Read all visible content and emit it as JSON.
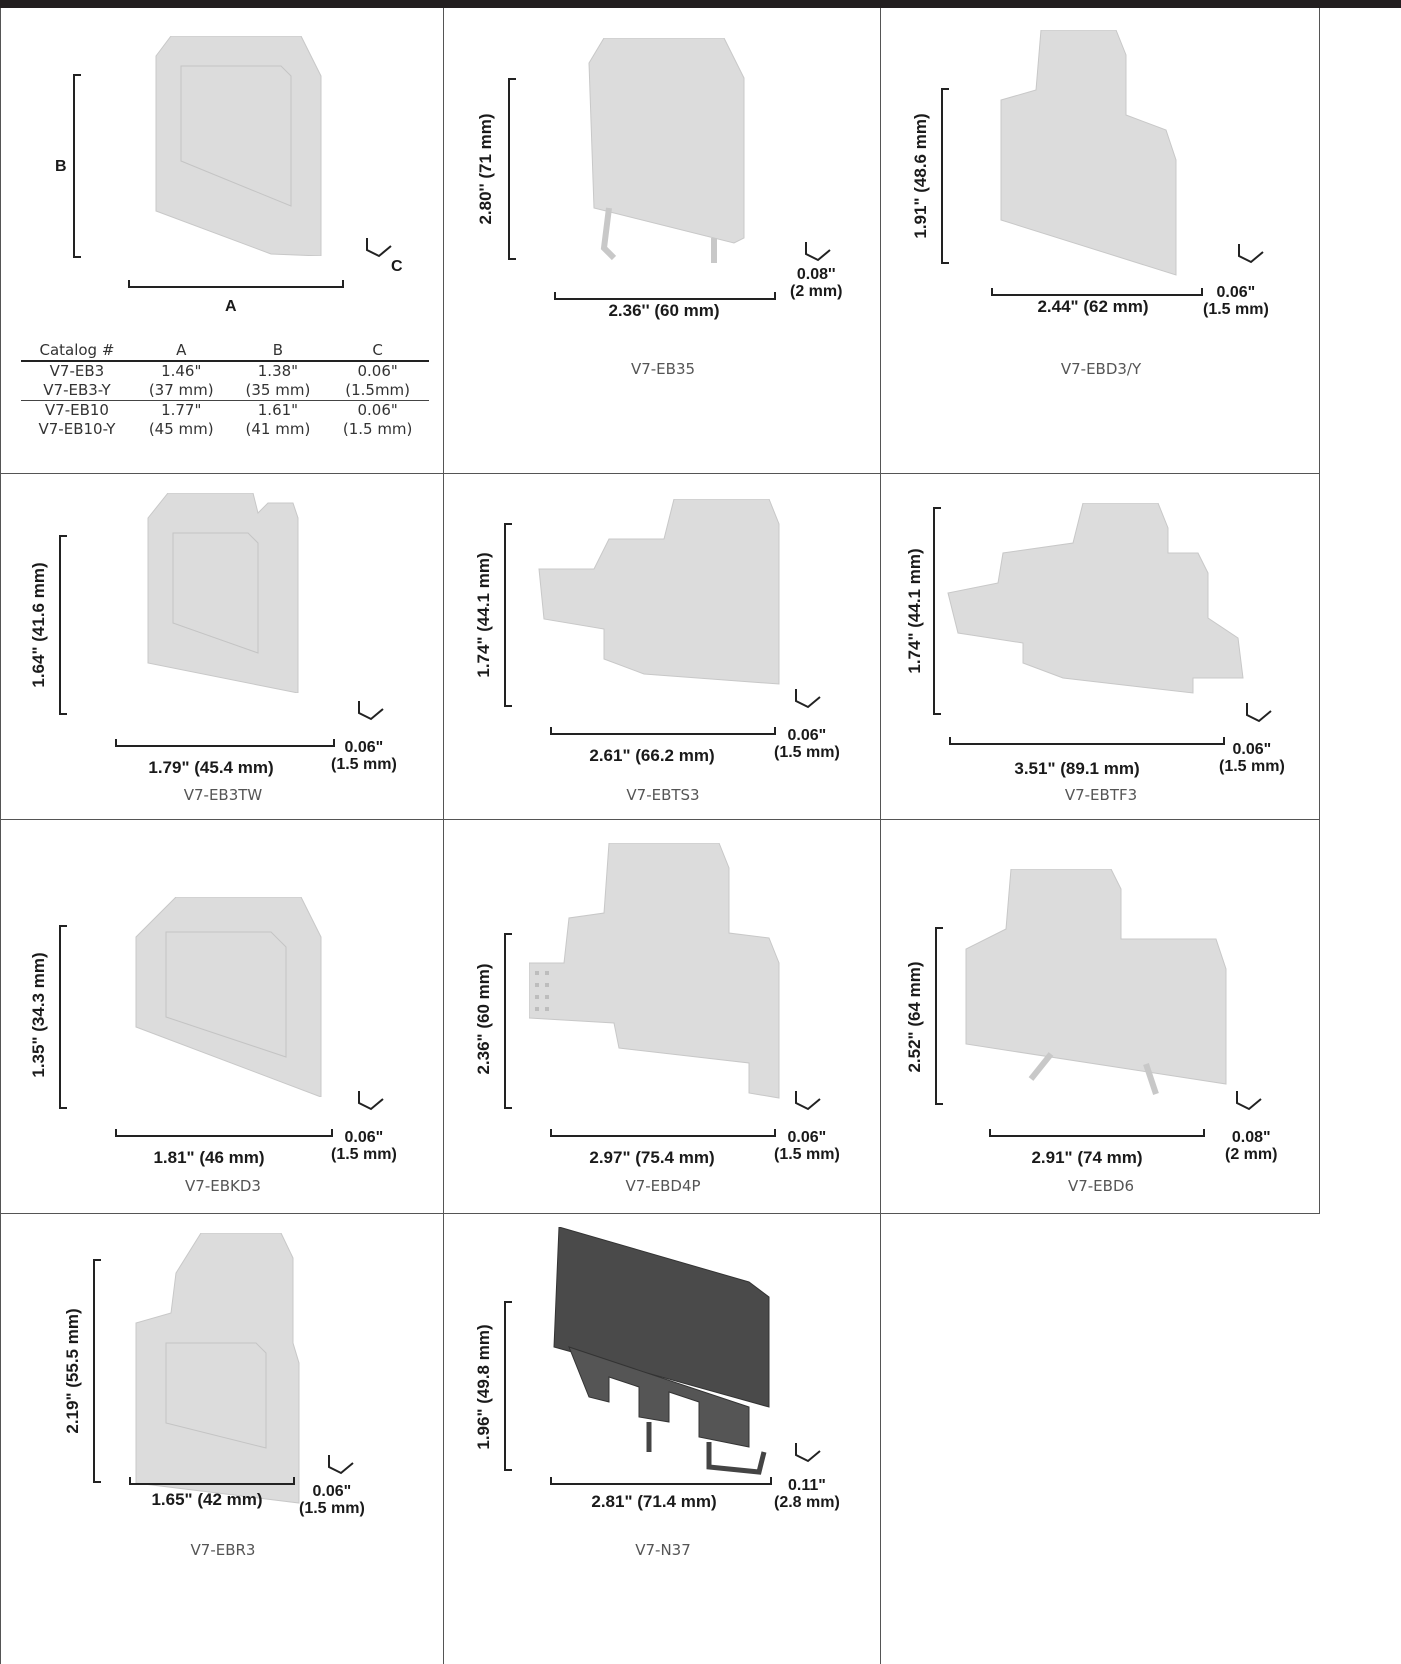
{
  "panels": [
    {
      "key": "eb3",
      "caption": "",
      "height": "",
      "width": "",
      "thick": [
        "",
        ""
      ],
      "letters": {
        "a": "A",
        "b": "B",
        "c": "C"
      }
    },
    {
      "key": "eb35",
      "caption": "V7-EB35",
      "height": "2.80'' (71 mm)",
      "width": "2.36'' (60 mm)",
      "thick": [
        "0.08''",
        "(2 mm)"
      ]
    },
    {
      "key": "ebd3y",
      "caption": "V7-EBD3/Y",
      "height": "1.91\" (48.6 mm)",
      "width": "2.44\" (62 mm)",
      "thick": [
        "0.06\"",
        "(1.5 mm)"
      ]
    },
    {
      "key": "eb3tw",
      "caption": "V7-EB3TW",
      "height": "1.64\" (41.6 mm)",
      "width": "1.79\" (45.4 mm)",
      "thick": [
        "0.06\"",
        "(1.5 mm)"
      ]
    },
    {
      "key": "ebts3",
      "caption": "V7-EBTS3",
      "height": "1.74\" (44.1 mm)",
      "width": "2.61\" (66.2 mm)",
      "thick": [
        "0.06\"",
        "(1.5 mm)"
      ]
    },
    {
      "key": "ebtf3",
      "caption": "V7-EBTF3",
      "height": "1.74\" (44.1 mm)",
      "width": "3.51\" (89.1 mm)",
      "thick": [
        "0.06\"",
        "(1.5 mm)"
      ]
    },
    {
      "key": "ebkd3",
      "caption": "V7-EBKD3",
      "height": "1.35\" (34.3 mm)",
      "width": "1.81\" (46 mm)",
      "thick": [
        "0.06\"",
        "(1.5 mm)"
      ]
    },
    {
      "key": "ebd4p",
      "caption": "V7-EBD4P",
      "height": "2.36\" (60 mm)",
      "width": "2.97\" (75.4 mm)",
      "thick": [
        "0.06\"",
        "(1.5 mm)"
      ]
    },
    {
      "key": "ebd6",
      "caption": "V7-EBD6",
      "height": "2.52\" (64 mm)",
      "width": "2.91\" (74 mm)",
      "thick": [
        "0.08\"",
        "(2 mm)"
      ]
    },
    {
      "key": "ebr3",
      "caption": "V7-EBR3",
      "height": "2.19\" (55.5 mm)",
      "width": "1.65\" (42 mm)",
      "thick": [
        "0.06\"",
        "(1.5 mm)"
      ]
    },
    {
      "key": "n37",
      "caption": "V7-N37",
      "height": "1.96\" (49.8 mm)",
      "width": "2.81\" (71.4 mm)",
      "thick": [
        "0.11\"",
        "(2.8 mm)"
      ]
    }
  ],
  "catalog": {
    "headers": [
      "Catalog #",
      "A",
      "B",
      "C"
    ],
    "rows": [
      [
        "V7-EB3",
        "1.46\"",
        "1.38\"",
        "0.06\""
      ],
      [
        "V7-EB3-Y",
        "(37 mm)",
        "(35 mm)",
        "(1.5mm)"
      ],
      [
        "V7-EB10",
        "1.77\"",
        "1.61\"",
        "0.06\""
      ],
      [
        "V7-EB10-Y",
        "(45 mm)",
        "(41 mm)",
        "(1.5 mm)"
      ]
    ]
  },
  "colors": {
    "part": "#dcdcdc",
    "part_dark": "#4a4a4a",
    "border": "#555555",
    "bar": "#231f20"
  }
}
